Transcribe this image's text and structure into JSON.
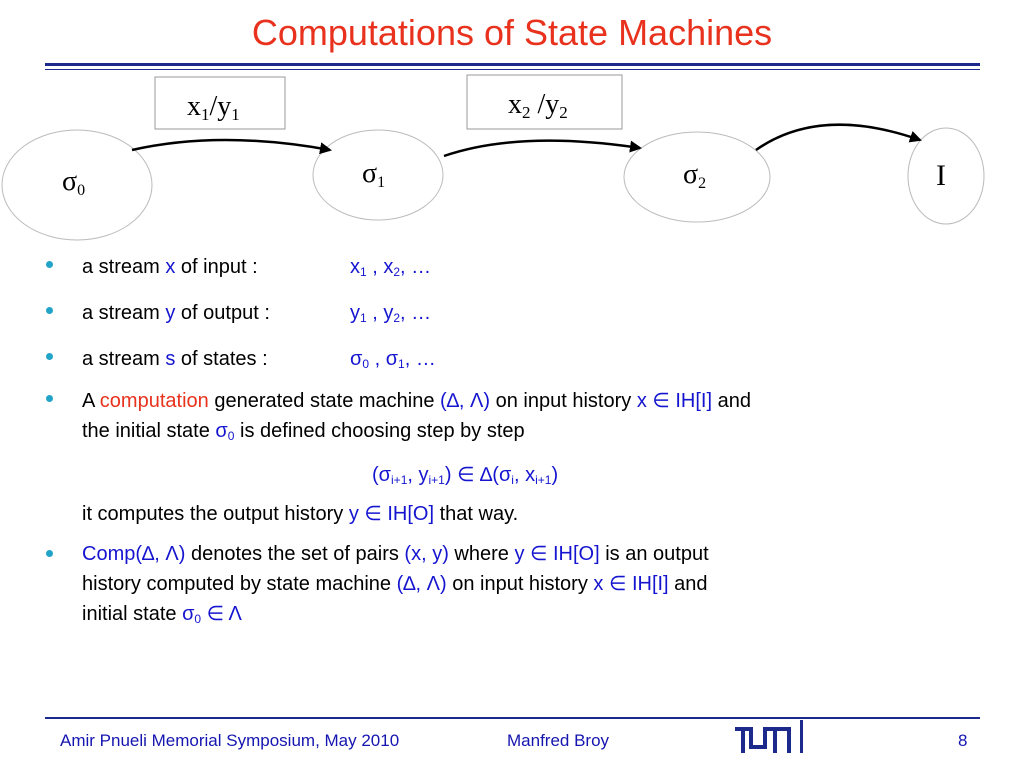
{
  "title": "Computations of State Machines",
  "diagram": {
    "labels": [
      "x₁/y₁",
      "x₂ /y₂"
    ],
    "label_parts": [
      {
        "a": "x",
        "as": "1",
        "sep": "/y",
        "bs": "1"
      },
      {
        "a": "x",
        "as": "2",
        "sep": " /y",
        "bs": "2"
      }
    ],
    "states": [
      {
        "sym": "σ",
        "sub": "0"
      },
      {
        "sym": "σ",
        "sub": "1"
      },
      {
        "sym": "σ",
        "sub": "2"
      },
      {
        "sym": "I",
        "sub": ""
      }
    ]
  },
  "bullets": {
    "b1": {
      "pre": "a stream ",
      "var": "x",
      "post": " of input :",
      "seq_a": "x",
      "sa": "1",
      "sep": " , x",
      "sb": "2",
      "tail": ", …"
    },
    "b2": {
      "pre": "a stream ",
      "var": "y",
      "post": " of output :",
      "seq_a": "y",
      "sa": "1",
      "sep": " , y",
      "sb": "2",
      "tail": ", …"
    },
    "b3": {
      "pre": "a stream ",
      "var": "s",
      "post": " of states :",
      "seq_a": "σ",
      "sa": "0",
      "sep": " , σ",
      "sb": "1",
      "tail": ", …"
    },
    "b4": {
      "l1_a": "A ",
      "l1_computation": "computation",
      "l1_b": " generated state machine ",
      "l1_pair": "(∆, Λ)",
      "l1_c": " on input history ",
      "l1_x": "x ∈ ",
      "l1_ih": "IH[I]",
      "l1_d": " and",
      "l2_a": "the initial state ",
      "l2_sigma": "σ",
      "l2_sub": "0",
      "l2_b": " is defined choosing step by step",
      "f_a": "(σ",
      "f_s1": "i+1",
      "f_b": ", y",
      "f_s2": "i+1",
      "f_c": ") ∈ ∆(σ",
      "f_s3": "i",
      "f_d": ", x",
      "f_s4": "i+1",
      "f_e": ")",
      "l4_a": "it computes the output history ",
      "l4_y": "y ∈ ",
      "l4_ih": "IH[O]",
      "l4_b": " that way."
    },
    "b5": {
      "l1_comp": "Comp(∆, Λ)",
      "l1_a": " denotes the set of pairs ",
      "l1_pair": "(x, y)",
      "l1_b": " where ",
      "l1_y": "y ∈ ",
      "l1_ih": "IH[O]",
      "l1_c": " is an output",
      "l2_a": "history computed by state machine ",
      "l2_pair": "(∆, Λ)",
      "l2_b": " on input history ",
      "l2_x": "x ∈ ",
      "l2_ih": "IH[I]",
      "l2_c": " and",
      "l3_a": "initial state ",
      "l3_sig": "σ",
      "l3_sub": "0",
      "l3_b": " ∈ Λ"
    }
  },
  "footer": {
    "event": "Amir Pnueli Memorial Symposium, May 2010",
    "author": "Manfred Broy",
    "logo": "TUM",
    "page": "8"
  },
  "colors": {
    "title": "#e8321e",
    "rule": "#1c2a8c",
    "accent_blue": "#1515d0",
    "bullet": "#22a3c8"
  }
}
